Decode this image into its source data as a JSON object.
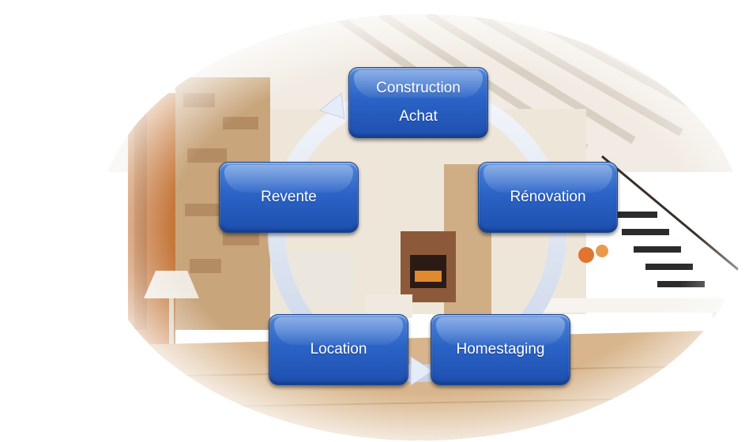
{
  "cycle": {
    "steps": [
      {
        "label": "Construction\nAchat"
      },
      {
        "label": "Rénovation"
      },
      {
        "label": "Homestaging"
      },
      {
        "label": "Location"
      },
      {
        "label": "Revente"
      }
    ]
  },
  "colors": {
    "node_fill": "#2b63c6",
    "node_border": "#1a448f",
    "node_text": "#ffffff",
    "arrow": "#dfe7f5"
  }
}
